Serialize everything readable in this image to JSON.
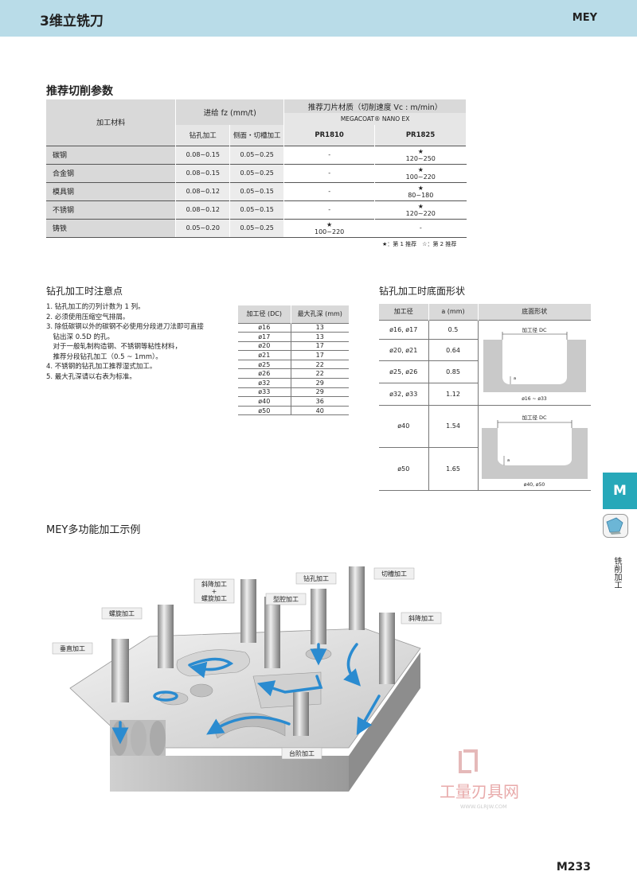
{
  "header": {
    "title": "3维立铣刀",
    "brand": "MEY"
  },
  "section1": {
    "title": "推荐切削参数",
    "col_material": "加工材料",
    "col_feed": "进给 fz (mm/t)",
    "col_feed_drill": "钻孔加工",
    "col_feed_side": "侧面・切槽加工",
    "col_grade": "推荐刀片材质（切削速度 Vc : m/min）",
    "col_coat": "MEGACOAT® NANO EX",
    "col_pr1810": "PR1810",
    "col_pr1825": "PR1825",
    "rows": [
      {
        "material": "碳钢",
        "drill": "0.08~0.15",
        "side": "0.05~0.25",
        "pr1810": "-",
        "pr1825_star": "★",
        "pr1825": "120~250"
      },
      {
        "material": "合金钢",
        "drill": "0.08~0.15",
        "side": "0.05~0.25",
        "pr1810": "-",
        "pr1825_star": "★",
        "pr1825": "100~220"
      },
      {
        "material": "模具钢",
        "drill": "0.08~0.12",
        "side": "0.05~0.15",
        "pr1810": "-",
        "pr1825_star": "★",
        "pr1825": "80~180"
      },
      {
        "material": "不锈钢",
        "drill": "0.08~0.12",
        "side": "0.05~0.15",
        "pr1810": "-",
        "pr1825_star": "★",
        "pr1825": "120~220"
      },
      {
        "material": "铸铁",
        "drill": "0.05~0.20",
        "side": "0.05~0.25",
        "pr1810_star": "★",
        "pr1810": "100~220",
        "pr1825": "-"
      }
    ],
    "legend": "★：第 1 推荐　☆：第 2 推荐"
  },
  "section2": {
    "title": "钻孔加工时注意点",
    "notes": [
      "1. 钻孔加工的刃列计数为 1 列。",
      "2. 必须使用压缩空气排屑。",
      "3. 除低碳钢以外的碳钢不必使用分段进刀法即可直接",
      "　钻出深 0.5D 的孔。",
      "　对于一般轧制构造钢、不锈钢等粘性材料，",
      "　推荐分段钻孔加工（0.5 ~ 1mm）。",
      "4. 不锈钢的钻孔加工推荐湿式加工。",
      "5. 最大孔深请以右表为标准。"
    ],
    "depth_table": {
      "col1": "加工径 (DC)",
      "col2": "最大孔深 (mm)",
      "rows": [
        [
          "ø16",
          "13"
        ],
        [
          "ø17",
          "13"
        ],
        [
          "ø20",
          "17"
        ],
        [
          "ø21",
          "17"
        ],
        [
          "ø25",
          "22"
        ],
        [
          "ø26",
          "22"
        ],
        [
          "ø32",
          "29"
        ],
        [
          "ø33",
          "29"
        ],
        [
          "ø40",
          "36"
        ],
        [
          "ø50",
          "40"
        ]
      ]
    }
  },
  "section3": {
    "title": "钻孔加工时底面形状",
    "col1": "加工径",
    "col2": "a (mm)",
    "col3": "底面形状",
    "rows": [
      [
        "ø16, ø17",
        "0.5"
      ],
      [
        "ø20, ø21",
        "0.64"
      ],
      [
        "ø25, ø26",
        "0.85"
      ],
      [
        "ø32, ø33",
        "1.12"
      ],
      [
        "ø40",
        "1.54"
      ],
      [
        "ø50",
        "1.65"
      ]
    ],
    "shape1_label": "加工径 DC",
    "shape1_range": "ø16 ~ ø33",
    "shape2_label": "加工径 DC",
    "shape2_range": "ø40, ø50",
    "a_mark": "a"
  },
  "section4": {
    "title": "MEY多功能加工示例",
    "labels": {
      "vertical": "垂直加工",
      "helical": "螺旋加工",
      "ramp_helical_1": "斜降加工",
      "ramp_helical_2": "+",
      "ramp_helical_3": "螺旋加工",
      "pocket": "型腔加工",
      "drilling": "钻孔加工",
      "slotting": "切槽加工",
      "ramping": "斜降加工",
      "step": "台阶加工"
    }
  },
  "side_tab": {
    "letter": "M",
    "vertical": "铣削加工"
  },
  "watermark": {
    "text": "工量刃具网",
    "url": "WWW.GLRJW.COM"
  },
  "page_number": "M233",
  "colors": {
    "header_bg": "#b9dce8",
    "tab": "#27a8b9",
    "arrow": "#2a8bd0"
  }
}
